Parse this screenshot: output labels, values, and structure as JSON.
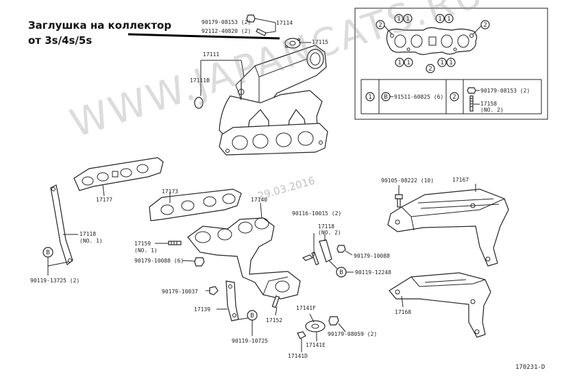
{
  "caption": {
    "line1": "Заглушка на коллектор",
    "line2": "от 3s/4s/5s"
  },
  "watermark": {
    "site": "WWW.JAPANCATS.RU",
    "date": "29.03.2016"
  },
  "diagram_code": "170231-D",
  "inset": {
    "markers": {
      "one": "1",
      "two": "2",
      "b": "B"
    },
    "rows": [
      {
        "marker": "1",
        "sub": "B",
        "part": "91511-60825 (6)"
      },
      {
        "marker": "2",
        "part1": "90179-08153 (2)",
        "part2": "17158",
        "note": "(NO. 2)"
      }
    ]
  },
  "labels": {
    "p90179_08153": "90179-08153 (2)",
    "p92112_40820": "92112-40820 (2)",
    "p17114": "17114",
    "p17115": "17115",
    "p17111": "17111",
    "p17111B": "17111B",
    "p17177": "17177",
    "p17173": "17173",
    "p17140": "17140",
    "p17118_no1": "17118",
    "p17118_no1_note": "(NO. 1)",
    "p90119_13725": "90119-13725 (2)",
    "p17159": "17159",
    "p17159_note": "(NO. 1)",
    "p90179_10088_6": "90179-10088 (6)",
    "p90116_10015": "90116-10015 (2)",
    "p17118_no2": "17118",
    "p17118_no2_note": "(NO. 2)",
    "p90179_10088": "90179-10088",
    "p90119_12248": "90119-12248",
    "p90105_08222": "90105-08222 (10)",
    "p17167": "17167",
    "p17168": "17168",
    "p90179_10037": "90179-10037",
    "p17139": "17139",
    "p90119_10725": "90119-10725",
    "p17152": "17152",
    "p17141F": "17141F",
    "p17141E": "17141E",
    "p17141D": "17141D",
    "p90179_08059": "90179-08059 (2)"
  }
}
